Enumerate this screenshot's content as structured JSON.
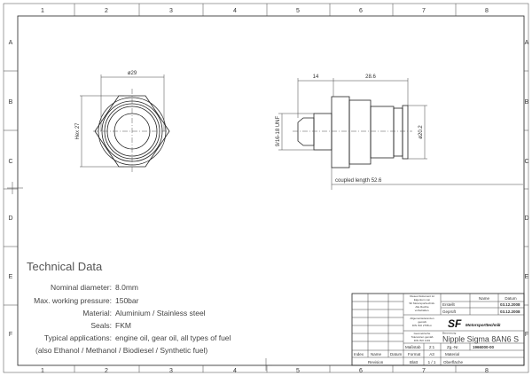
{
  "frame": {
    "columns": [
      "1",
      "2",
      "3",
      "4",
      "5",
      "6",
      "7",
      "8"
    ],
    "rows": [
      "A",
      "B",
      "C",
      "D",
      "E",
      "F"
    ]
  },
  "front_view": {
    "diameter": "ø29",
    "hex": "Hex 27"
  },
  "side_view": {
    "len_left": "14",
    "len_right": "28.6",
    "thread": "9/16-18 UNF",
    "diameter": "ø20.2",
    "coupled_length": "coupled length 52.6"
  },
  "technical_data": {
    "title": "Technical Data",
    "rows": [
      {
        "label": "Nominal diameter:",
        "value": "8.0mm"
      },
      {
        "label": "Max. working pressure:",
        "value": "150bar"
      },
      {
        "label": "Material:",
        "value": "Aluminium / Stainless steel"
      },
      {
        "label": "Seals:",
        "value": "FKM"
      },
      {
        "label": "Typical applications:",
        "value": "engine oil, gear oil, all types of fuel"
      }
    ],
    "note": "(also Ethanol / Methanol / Biodiesel / Synthetic fuel)"
  },
  "title_block": {
    "copyright": [
      "Dieses Dokument ist",
      "Eigentum von",
      "SF Motorsporttechnik.",
      "Alle Rechte",
      "vorbehalten."
    ],
    "general_tol": [
      "Allgemeintoleranzen",
      "gemäß",
      "DIN ISO 2768-m"
    ],
    "geo_tol": [
      "Geometrische",
      "Toleranzen gemäß",
      "DIN ISO 1101"
    ],
    "name_header": "Name",
    "date_header": "Datum",
    "created_label": "Erstellt",
    "created_date": "03.12.2008",
    "checked_label": "Geprüft",
    "checked_date": "03.12.2008",
    "logo": "SF Motorsporttechnik",
    "designation_label": "Benennung",
    "designation": "Nipple Sigma 8AN6 S",
    "scale_label": "Maßstab",
    "scale": "2:1",
    "drawing_no_label": "Zg.-Nr.",
    "drawing_no": "1966000-00",
    "format_label": "Format",
    "format": "A3",
    "material_label": "Material",
    "sheet_label": "Blatt",
    "sheet": "1 / 1",
    "surface_label": "Oberfläche",
    "index_label": "Index",
    "rev_name_label": "Name",
    "rev_date_label": "Datum",
    "revision_label": "Revision"
  }
}
